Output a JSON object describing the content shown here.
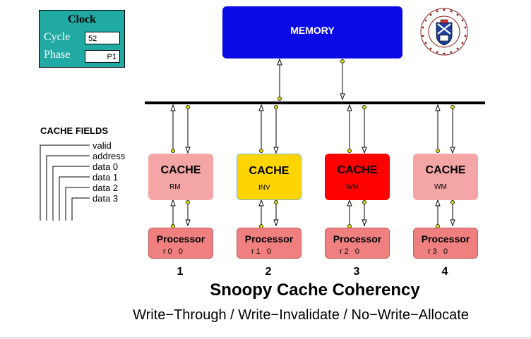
{
  "clock": {
    "title": "Clock",
    "cycle_label": "Cycle",
    "cycle_value": "52",
    "phase_label": "Phase",
    "phase_value": "P1"
  },
  "memory": {
    "label": "MEMORY"
  },
  "cache_fields": {
    "title": "CACHE FIELDS",
    "items": [
      "valid",
      "address",
      "data 0",
      "data 1",
      "data 2",
      "data 3"
    ]
  },
  "nodes": [
    {
      "cache_label": "CACHE",
      "state": "RM",
      "cache_color": "#f4a6a6",
      "processor_label": "Processor",
      "register": "r0 0",
      "number": "1"
    },
    {
      "cache_label": "CACHE",
      "state": "INV",
      "cache_color": "#ffd500",
      "processor_label": "Processor",
      "register": "r1 0",
      "number": "2"
    },
    {
      "cache_label": "CACHE",
      "state": "WM",
      "cache_color": "#ff0000",
      "processor_label": "Processor",
      "register": "r2 0",
      "number": "3"
    },
    {
      "cache_label": "CACHE",
      "state": "WM",
      "cache_color": "#f4a6a6",
      "processor_label": "Processor",
      "register": "r3 0",
      "number": "4"
    }
  ],
  "title": "Snoopy Cache Coherency",
  "subtitle": "Write−Through / Write−Invalidate / No−Write−Allocate",
  "colors": {
    "memory": "#0a0ae6",
    "clock_panel": "#21aaa4",
    "processor": "#f08080",
    "wire_dot": "#e8e000"
  },
  "logo": {
    "icon": "university-crest-icon"
  }
}
